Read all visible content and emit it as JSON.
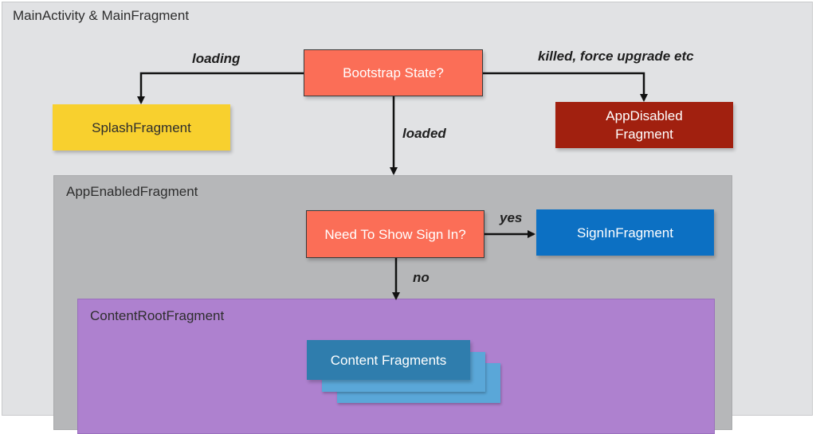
{
  "main_container": {
    "label": "MainActivity & MainFragment"
  },
  "nodes": {
    "bootstrap_state": "Bootstrap State?",
    "splash_fragment": "SplashFragment",
    "app_disabled_fragment": "AppDisabled Fragment",
    "need_sign_in": "Need To Show Sign In?",
    "sign_in_fragment": "SignInFragment",
    "content_fragments": "Content Fragments"
  },
  "regions": {
    "app_enabled_fragment": "AppEnabledFragment",
    "content_root_fragment": "ContentRootFragment"
  },
  "edge_labels": {
    "loading": "loading",
    "killed": "killed, force upgrade etc",
    "loaded": "loaded",
    "yes": "yes",
    "no": "no"
  },
  "colors": {
    "decision": "#fb6e57",
    "splash": "#f8d02e",
    "app_disabled": "#a1200f",
    "sign_in": "#0c70c3",
    "content_front": "#2f7dad",
    "content_back": "#5aa7d8",
    "app_enabled_region": "#b6b7b9",
    "content_root_region": "#ae81cf",
    "main_background": "#e1e2e4"
  }
}
